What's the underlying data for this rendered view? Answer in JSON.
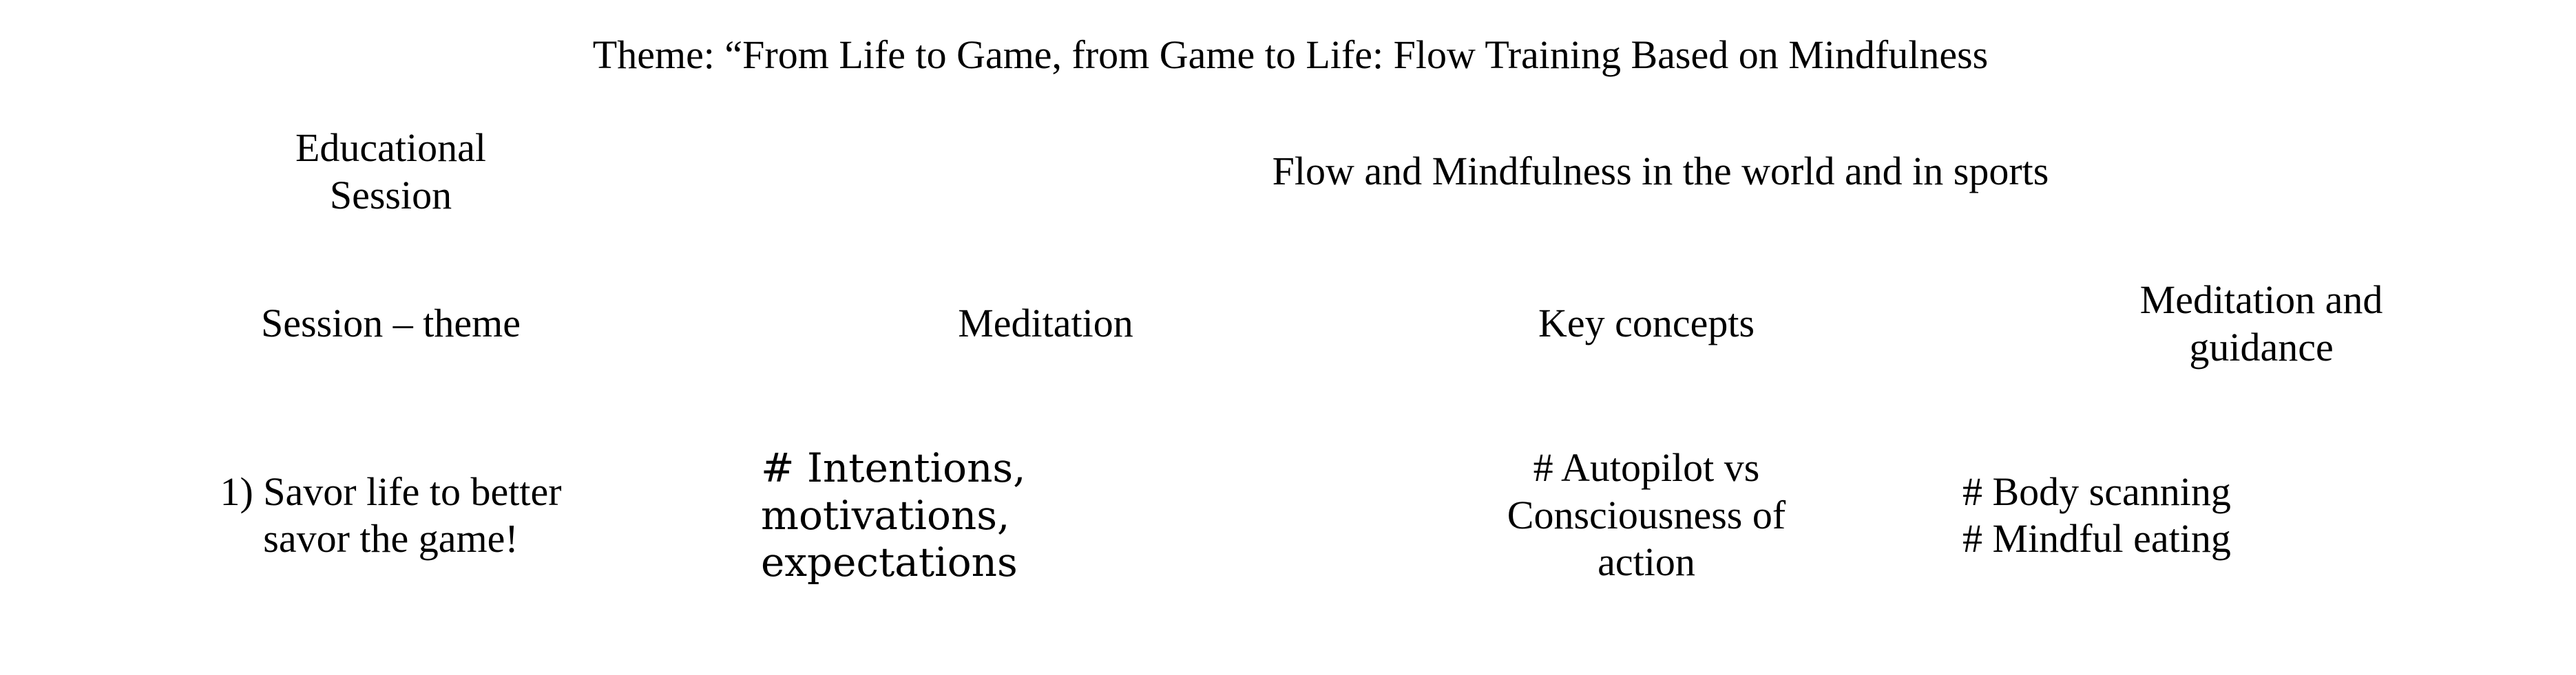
{
  "table": {
    "theme_row": {
      "text": "Theme: “From Life to Game, from Game to Life: Flow Training Based on Mindfulness"
    },
    "session_row": {
      "label_line1": "Educational",
      "label_line2": "Session",
      "value": "Flow and Mindfulness in the world and in sports"
    },
    "headers": {
      "col1": "Session – theme",
      "col2": "Meditation",
      "col3_line1": "Key concepts",
      "col4_line1": "Meditation and",
      "col4_line2": "guidance"
    },
    "rows": [
      {
        "session_theme_line1": "1) Savor life to better",
        "session_theme_line2": "savor the game!",
        "meditation_line1": "# Intentions,",
        "meditation_line2": "motivations,",
        "meditation_line3": "expectations",
        "key_concepts_line1": "# Autopilot vs",
        "key_concepts_line2": "Consciousness of",
        "key_concepts_line3": "action",
        "guidance_line1": "# Body scanning",
        "guidance_line2": "# Mindful eating"
      }
    ]
  }
}
